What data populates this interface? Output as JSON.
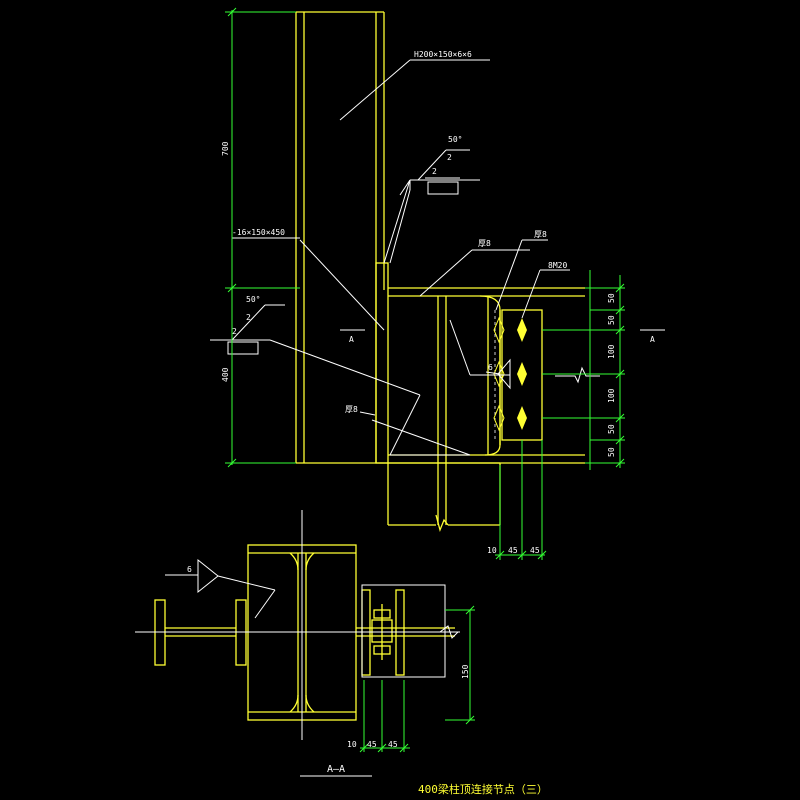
{
  "labels": {
    "section_h": "H200×150×6×6",
    "plate": "-16×150×450",
    "thk8_a": "厚8",
    "thk8_b": "厚8",
    "thk8_c": "厚8",
    "bolts": "8M20",
    "weld_angle_top": "50°",
    "weld_angle_left": "50°",
    "weld_size_top": "2",
    "weld_gap_top": "2",
    "weld_size_left": "2",
    "weld_gap_left": "2",
    "fillet_6": "6",
    "fillet_6_section": "6",
    "section_mark_left": "A",
    "section_mark_right": "A",
    "section_title": "A—A",
    "drawing_title": "400梁柱顶连接节点（三）"
  },
  "dimensions": {
    "v700": "700",
    "v400": "400",
    "r50a": "50",
    "r50b": "50",
    "r100a": "100",
    "r100b": "100",
    "r50c": "50",
    "r50d": "50",
    "b10": "10",
    "b45a": "45",
    "b45b": "45",
    "s150": "150",
    "s10": "10",
    "s45a": "45",
    "s45b": "45"
  },
  "colors": {
    "background": "#000000",
    "steel": "#ffff33",
    "annotation": "#ffffff",
    "dimension": "#33ff33"
  }
}
